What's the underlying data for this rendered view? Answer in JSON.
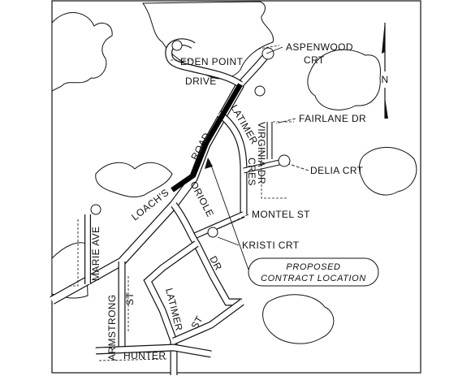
{
  "map": {
    "streets": {
      "eden_point": "EDEN POINT",
      "drive": "DRIVE",
      "aspenwood": "ASPENWOOD",
      "crt": "CRT",
      "latimer_north": "LATIMER",
      "road": "ROAD",
      "virginia_dr": "VIRGINIA DR",
      "cres": "CRES",
      "fairlane": "FAIRLANE DR",
      "delia": "DELIA CRT",
      "loachs": "LOACH'S",
      "oriole": "ORIOLE",
      "montel": "MONTEL ST",
      "kristi": "KRISTI CRT",
      "dr": "DR",
      "marie": "MARIE AVE",
      "armstrong": "ARMSTRONG",
      "st_armstrong": "ST",
      "latimer_south": "LATIMER",
      "st_latimer": "ST",
      "hunter": "HUNTER"
    },
    "callout": {
      "line1": "PROPOSED",
      "line2": "CONTRACT LOCATION"
    },
    "north_label": "N",
    "colors": {
      "ink": "#111111",
      "paper": "#ffffff",
      "contract": "#000000"
    }
  }
}
